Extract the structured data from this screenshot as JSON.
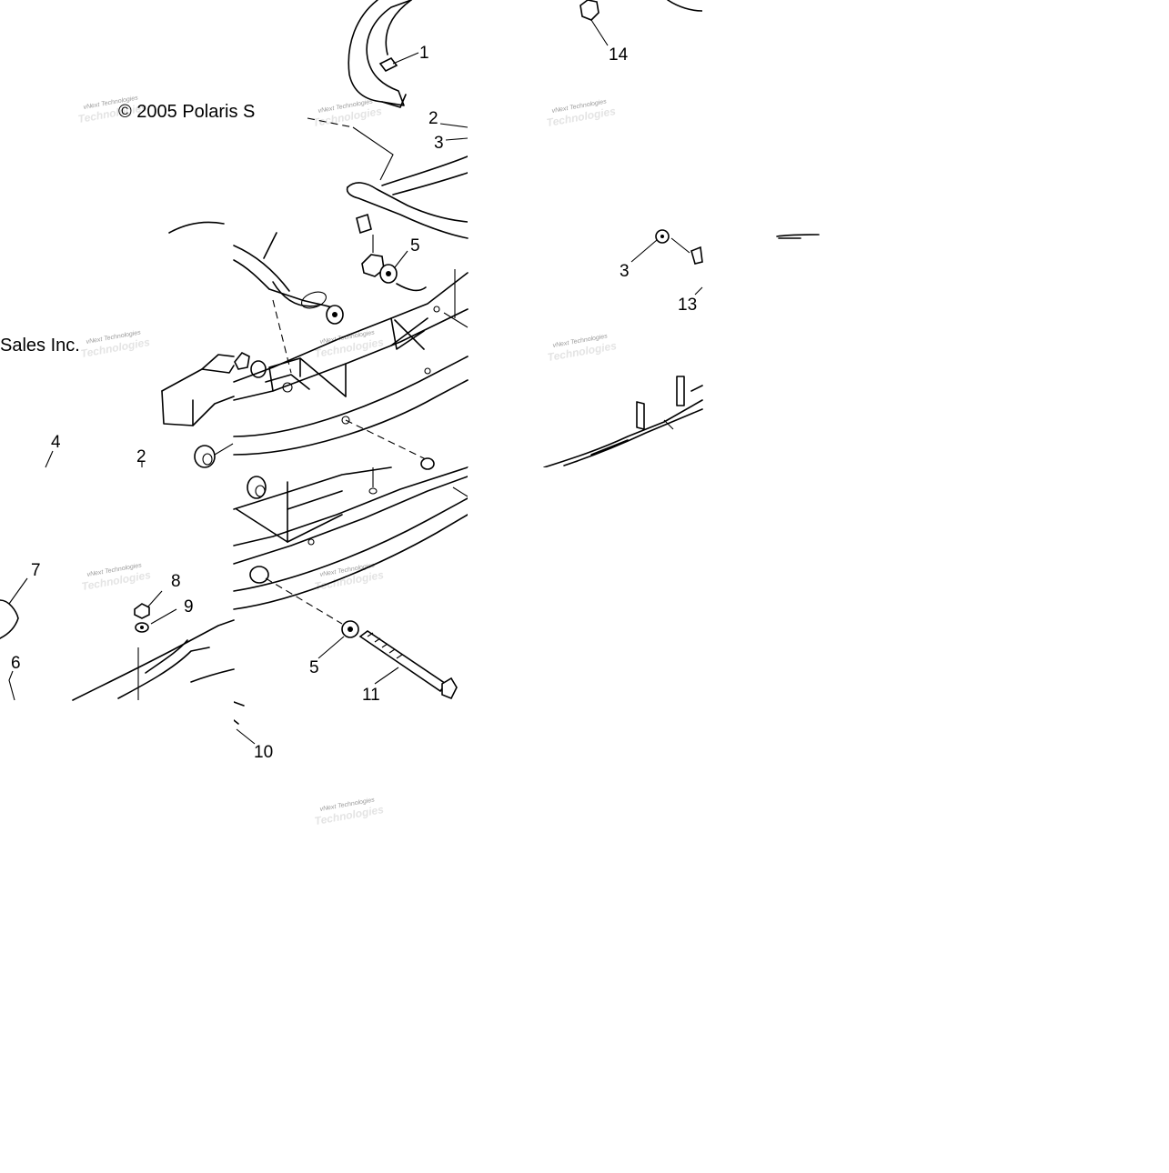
{
  "diagram": {
    "copyright_line_1": "© 2005 Polaris S",
    "copyright_line_2": "Sales Inc.",
    "watermark_top": "vNext Technologies",
    "watermark_bottom": "Technologies",
    "callouts": [
      "1",
      "2",
      "3",
      "5",
      "4",
      "2",
      "7",
      "8",
      "9",
      "6",
      "5",
      "11",
      "10",
      "14",
      "3",
      "13"
    ]
  }
}
